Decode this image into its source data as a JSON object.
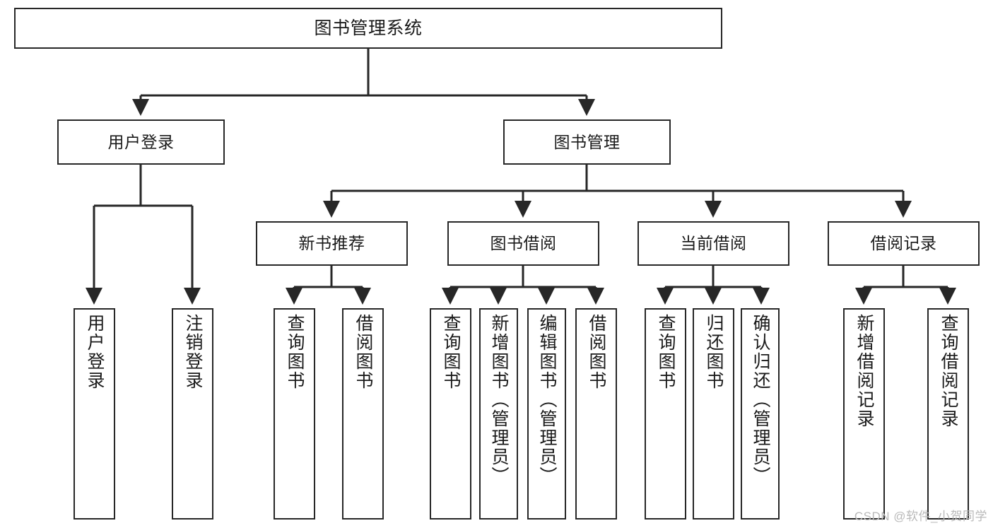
{
  "diagram": {
    "title": "图书管理系统",
    "type": "功能结构图",
    "watermark": "CSDN @软件_小贺同学",
    "colors": {
      "stroke": "#272727",
      "box_fill": "#ffffff",
      "text": "#1a1a1a",
      "watermark": "#b9b9b9",
      "background": "#ffffff"
    },
    "root": {
      "label": "图书管理系统"
    },
    "level2": [
      {
        "label": "用户登录"
      },
      {
        "label": "图书管理"
      }
    ],
    "level3": [
      {
        "label": "新书推荐"
      },
      {
        "label": "图书借阅"
      },
      {
        "label": "当前借阅"
      },
      {
        "label": "借阅记录"
      }
    ],
    "leaves": {
      "user_login": [
        {
          "label": "用户登录"
        },
        {
          "label": "注销登录"
        }
      ],
      "new_book": [
        {
          "label": "查询图书"
        },
        {
          "label": "借阅图书"
        }
      ],
      "book_borrow": [
        {
          "label": "查询图书"
        },
        {
          "label": "新增图书（管理员）"
        },
        {
          "label": "编辑图书（管理员）"
        },
        {
          "label": "借阅图书"
        }
      ],
      "current_borrow": [
        {
          "label": "查询图书"
        },
        {
          "label": "归还图书"
        },
        {
          "label": "确认归还（管理员）"
        }
      ],
      "borrow_record": [
        {
          "label": "新增借阅记录"
        },
        {
          "label": "查询借阅记录"
        }
      ]
    }
  }
}
